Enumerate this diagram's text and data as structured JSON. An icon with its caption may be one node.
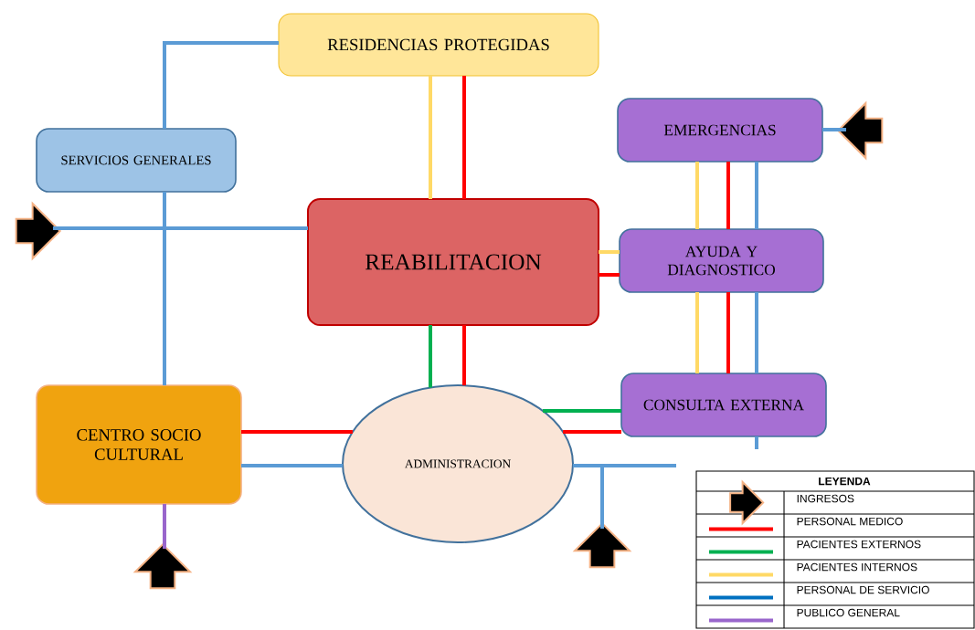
{
  "diagram": {
    "nodes": [
      {
        "text": [
          "RESIDENCIAS PROTEGIDAS"
        ]
      },
      {
        "text": [
          "SERVICIOS GENERALES"
        ]
      },
      {
        "text": [
          "EMERGENCIAS"
        ]
      },
      {
        "text": [
          "REABILITACION"
        ]
      },
      {
        "text": [
          "AYUDA Y DIAGNOSTICO"
        ]
      },
      {
        "text": [
          "CENTRO SOCIO CULTURAL"
        ]
      },
      {
        "text": [
          "CONSULTA EXTERNA"
        ]
      },
      {
        "text": [
          "ADMINISTRACION"
        ]
      },
      {
        "text": [],
        "shape": "arrow"
      },
      {
        "text": [],
        "shape": "arrow"
      },
      {
        "text": [],
        "shape": "arrow"
      },
      {
        "text": [],
        "shape": "arrow"
      }
    ],
    "edges": [
      {
        "from": 0,
        "to": 1,
        "arrow": "none",
        "color": "#5b9bd5"
      },
      {
        "from": 1,
        "to": 5,
        "arrow": "none",
        "color": "#5b9bd5"
      },
      {
        "from": 9,
        "to": 3,
        "arrow": "none",
        "color": "#5b9bd5"
      },
      {
        "from": 0,
        "to": 3,
        "arrow": "none",
        "color": "#ffd966"
      },
      {
        "from": 0,
        "to": 3,
        "arrow": "none",
        "color": "#ff0000"
      },
      {
        "from": 8,
        "to": 2,
        "arrow": "none",
        "color": "#5b9bd5"
      },
      {
        "from": 2,
        "to": 4,
        "arrow": "none",
        "color": "#ffd966"
      },
      {
        "from": 2,
        "to": 4,
        "arrow": "none",
        "color": "#ff0000"
      },
      {
        "from": 2,
        "to": 4,
        "arrow": "none",
        "color": "#5b9bd5"
      },
      {
        "from": 3,
        "to": 4,
        "arrow": "none",
        "color": "#ffd966"
      },
      {
        "from": 3,
        "to": 4,
        "arrow": "none",
        "color": "#ff0000"
      },
      {
        "from": 4,
        "to": 6,
        "arrow": "none",
        "color": "#ffd966"
      },
      {
        "from": 4,
        "to": 6,
        "arrow": "none",
        "color": "#ff0000"
      },
      {
        "from": 4,
        "to": 6,
        "arrow": "none",
        "color": "#5b9bd5"
      },
      {
        "from": 6,
        "to": null,
        "arrow": "none",
        "color": "#5b9bd5"
      },
      {
        "from": 3,
        "to": 7,
        "arrow": "none",
        "color": "#00b050"
      },
      {
        "from": 3,
        "to": 7,
        "arrow": "none",
        "color": "#ff0000"
      },
      {
        "from": 7,
        "to": 6,
        "arrow": "none",
        "color": "#00b050"
      },
      {
        "from": 7,
        "to": 6,
        "arrow": "none",
        "color": "#ff0000"
      },
      {
        "from": 5,
        "to": 7,
        "arrow": "none",
        "color": "#ff0000"
      },
      {
        "from": 5,
        "to": 7,
        "arrow": "none",
        "color": "#5b9bd5"
      },
      {
        "from": 7,
        "to": null,
        "arrow": "none",
        "color": "#5b9bd5"
      },
      {
        "from": 11,
        "to": 7,
        "arrow": "none",
        "color": "#5b9bd5"
      },
      {
        "from": 10,
        "to": 5,
        "arrow": "none",
        "color": "#9966cc"
      }
    ],
    "labels": [
      "LEYENDA"
    ],
    "legend": [
      {
        "text": "INGRESOS"
      },
      {
        "text": "PERSONAL MEDICO",
        "color": "#ff0000"
      },
      {
        "text": "PACIENTES EXTERNOS",
        "color": "#00b050"
      },
      {
        "text": "PACIENTES INTERNOS",
        "color": "#ffd966"
      },
      {
        "text": "PERSONAL DE SERVICIO",
        "color": "#0070c0"
      },
      {
        "text": "PUBLICO GENERAL",
        "color": "#9966cc"
      }
    ]
  }
}
